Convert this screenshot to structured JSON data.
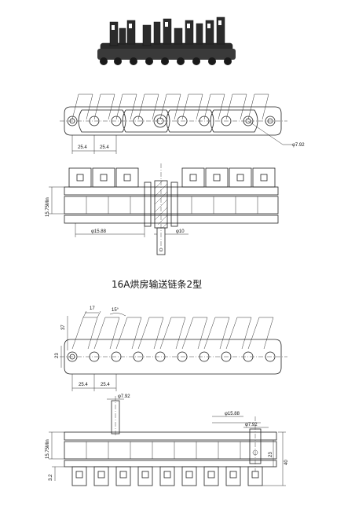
{
  "title": "16A烘房输送链条2型",
  "top_view": {
    "pitch_left": "25.4",
    "pitch_right": "25.4",
    "hole_dia": "φ7.92"
  },
  "top_section": {
    "height": "15.75Min",
    "roller_dia": "φ15.88",
    "pin_dia": "φ10"
  },
  "bottom_view": {
    "dim_17": "17",
    "angle": "15°",
    "dim_37": "37",
    "dim_23": "23",
    "pitch_left": "25.4",
    "pitch_right": "25.4"
  },
  "bottom_section": {
    "pin_dia": "φ7.92",
    "roller_dia": "φ15.88",
    "hole_dia": "φ7.92",
    "height": "15.75Min",
    "dim_23": "23",
    "dim_40": "40",
    "dim_3_2": "3.2"
  },
  "colors": {
    "ink": "#222222",
    "photo": "#2b2b2b"
  }
}
